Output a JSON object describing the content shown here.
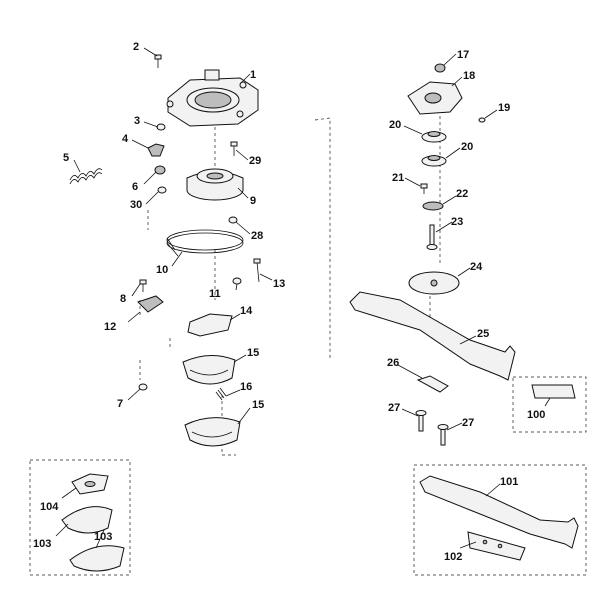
{
  "labels": {
    "n1": "1",
    "n2": "2",
    "n3": "3",
    "n4": "4",
    "n5": "5",
    "n6": "6",
    "n7": "7",
    "n8": "8",
    "n9": "9",
    "n10": "10",
    "n11": "11",
    "n12": "12",
    "n13": "13",
    "n14": "14",
    "n15a": "15",
    "n15b": "15",
    "n16": "16",
    "n17": "17",
    "n18": "18",
    "n19": "19",
    "n20a": "20",
    "n20b": "20",
    "n21": "21",
    "n22": "22",
    "n23": "23",
    "n24": "24",
    "n25": "25",
    "n26": "26",
    "n27a": "27",
    "n27b": "27",
    "n28": "28",
    "n29": "29",
    "n30": "30",
    "n100": "100",
    "n101": "101",
    "n102": "102",
    "n103a": "103",
    "n103b": "103",
    "n104": "104"
  },
  "colors": {
    "line": "#111111",
    "part_fill": "#f2f2f2",
    "part_dark": "#bdbdbd",
    "background": "#ffffff"
  }
}
